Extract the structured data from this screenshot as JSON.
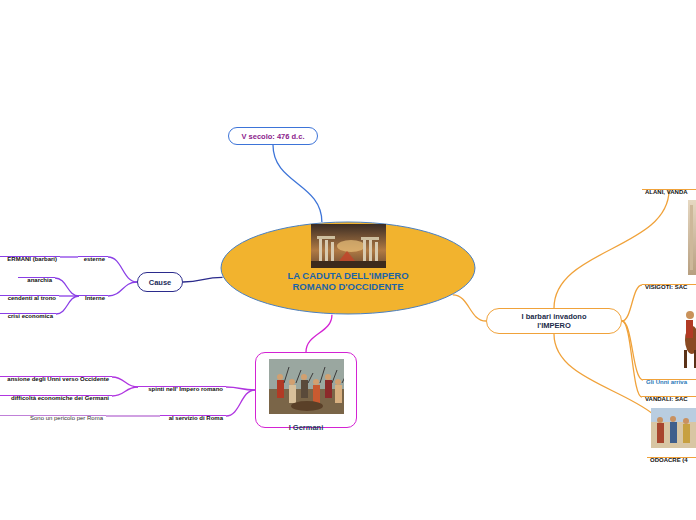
{
  "diagram": {
    "nodes": [
      {
        "text": [
          "LA CADUTA DELL'IMPERO ROMANO D'OCCIDENTE"
        ]
      },
      {
        "text": [
          "V secolo: 476 d.c."
        ]
      },
      {
        "text": [
          "Cause"
        ]
      },
      {
        "text": [
          "esterne"
        ]
      },
      {
        "text": [
          "ERMANI (barbari)"
        ]
      },
      {
        "text": [
          "Interne"
        ]
      },
      {
        "text": [
          "anarchia"
        ]
      },
      {
        "text": [
          "cendenti al trono"
        ]
      },
      {
        "text": [
          "crisi economica"
        ]
      },
      {
        "text": [
          "I Germani"
        ]
      },
      {
        "text": [
          "spinti nell' Impero romano"
        ]
      },
      {
        "text": [
          "ansione degli Unni verso Occidente"
        ]
      },
      {
        "text": [
          "difficoltà economiche dei Germani"
        ]
      },
      {
        "text": [
          "al servizio di Roma"
        ]
      },
      {
        "text": [
          "Sono un pericolo per Roma"
        ]
      },
      {
        "text": [
          "I barbari invadono l'IMPERO"
        ]
      },
      {
        "text": [
          "ALANI, VANDA"
        ]
      },
      {
        "text": [
          "VISIGOTI: SAC"
        ]
      },
      {
        "text": [
          "Gli Unni arriva"
        ]
      },
      {
        "text": [
          "VANDALI: SAC"
        ]
      },
      {
        "text": [
          "ODOACRE (4"
        ]
      }
    ],
    "edges": [
      {
        "from": 0,
        "to": 1,
        "arrow": "none"
      },
      {
        "from": 0,
        "to": 2,
        "arrow": "none"
      },
      {
        "from": 2,
        "to": 3,
        "arrow": "none"
      },
      {
        "from": 3,
        "to": 4,
        "arrow": "none"
      },
      {
        "from": 2,
        "to": 5,
        "arrow": "none"
      },
      {
        "from": 5,
        "to": 6,
        "arrow": "none"
      },
      {
        "from": 5,
        "to": 7,
        "arrow": "none"
      },
      {
        "from": 5,
        "to": 8,
        "arrow": "none"
      },
      {
        "from": 0,
        "to": 9,
        "arrow": "none"
      },
      {
        "from": 9,
        "to": 10,
        "arrow": "none"
      },
      {
        "from": 10,
        "to": 11,
        "arrow": "none"
      },
      {
        "from": 10,
        "to": 12,
        "arrow": "none"
      },
      {
        "from": 9,
        "to": 13,
        "arrow": "none"
      },
      {
        "from": 13,
        "to": 14,
        "arrow": "none"
      },
      {
        "from": 0,
        "to": 15,
        "arrow": "none"
      },
      {
        "from": 15,
        "to": 16,
        "arrow": "none"
      },
      {
        "from": 15,
        "to": 17,
        "arrow": "none"
      },
      {
        "from": 15,
        "to": 18,
        "arrow": "none"
      },
      {
        "from": 15,
        "to": 19,
        "arrow": "none"
      },
      {
        "from": 15,
        "to": 20,
        "arrow": "none"
      }
    ]
  }
}
